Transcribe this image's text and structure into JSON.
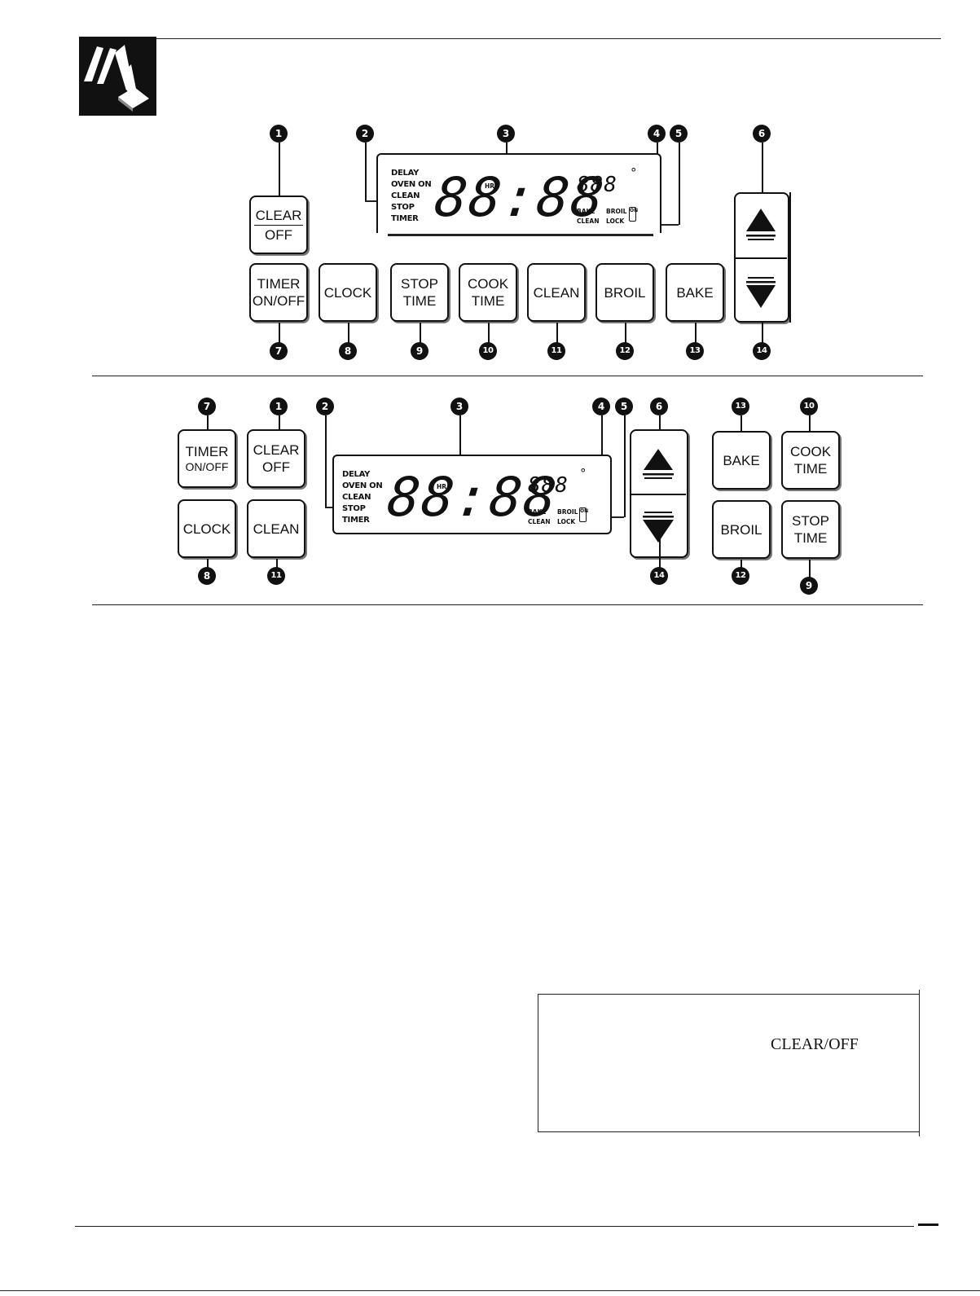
{
  "panel_a": {
    "keys": {
      "clear_l1": "CLEAR",
      "clear_l2": "OFF",
      "timer_l1": "TIMER",
      "timer_l2": "ON/OFF",
      "clock": "CLOCK",
      "stop_l1": "STOP",
      "stop_l2": "TIME",
      "cook_l1": "COOK",
      "cook_l2": "TIME",
      "clean": "CLEAN",
      "broil": "BROIL",
      "bake": "BAKE"
    },
    "display": {
      "status": [
        "DELAY",
        "OVEN ON",
        "CLEAN",
        "STOP",
        "TIMER"
      ],
      "hr": "HR",
      "digits": "88:88",
      "temp": "888",
      "deg": "°",
      "bake": "BAKE",
      "clean": "CLEAN",
      "broil": "BROIL",
      "lock": "LOCK",
      "on": "ON"
    },
    "callouts": [
      "1",
      "2",
      "3",
      "4",
      "5",
      "6",
      "7",
      "8",
      "9",
      "10",
      "11",
      "12",
      "13",
      "14"
    ]
  },
  "panel_b": {
    "keys": {
      "timer_l1": "TIMER",
      "timer_l2": "ON/OFF",
      "clear_l1": "CLEAR",
      "clear_l2": "OFF",
      "clock": "CLOCK",
      "clean": "CLEAN",
      "bake": "BAKE",
      "cook_l1": "COOK",
      "cook_l2": "TIME",
      "broil": "BROIL",
      "stop_l1": "STOP",
      "stop_l2": "TIME"
    },
    "display": {
      "status": [
        "DELAY",
        "OVEN ON",
        "CLEAN",
        "STOP",
        "TIMER"
      ],
      "hr": "HR",
      "digits": "88:88",
      "temp": "888",
      "deg": "°",
      "bake": "BAKE",
      "clean": "CLEAN",
      "broil": "BROIL",
      "lock": "LOCK",
      "on": "ON"
    }
  },
  "note": {
    "text": "CLEAR/OFF"
  }
}
